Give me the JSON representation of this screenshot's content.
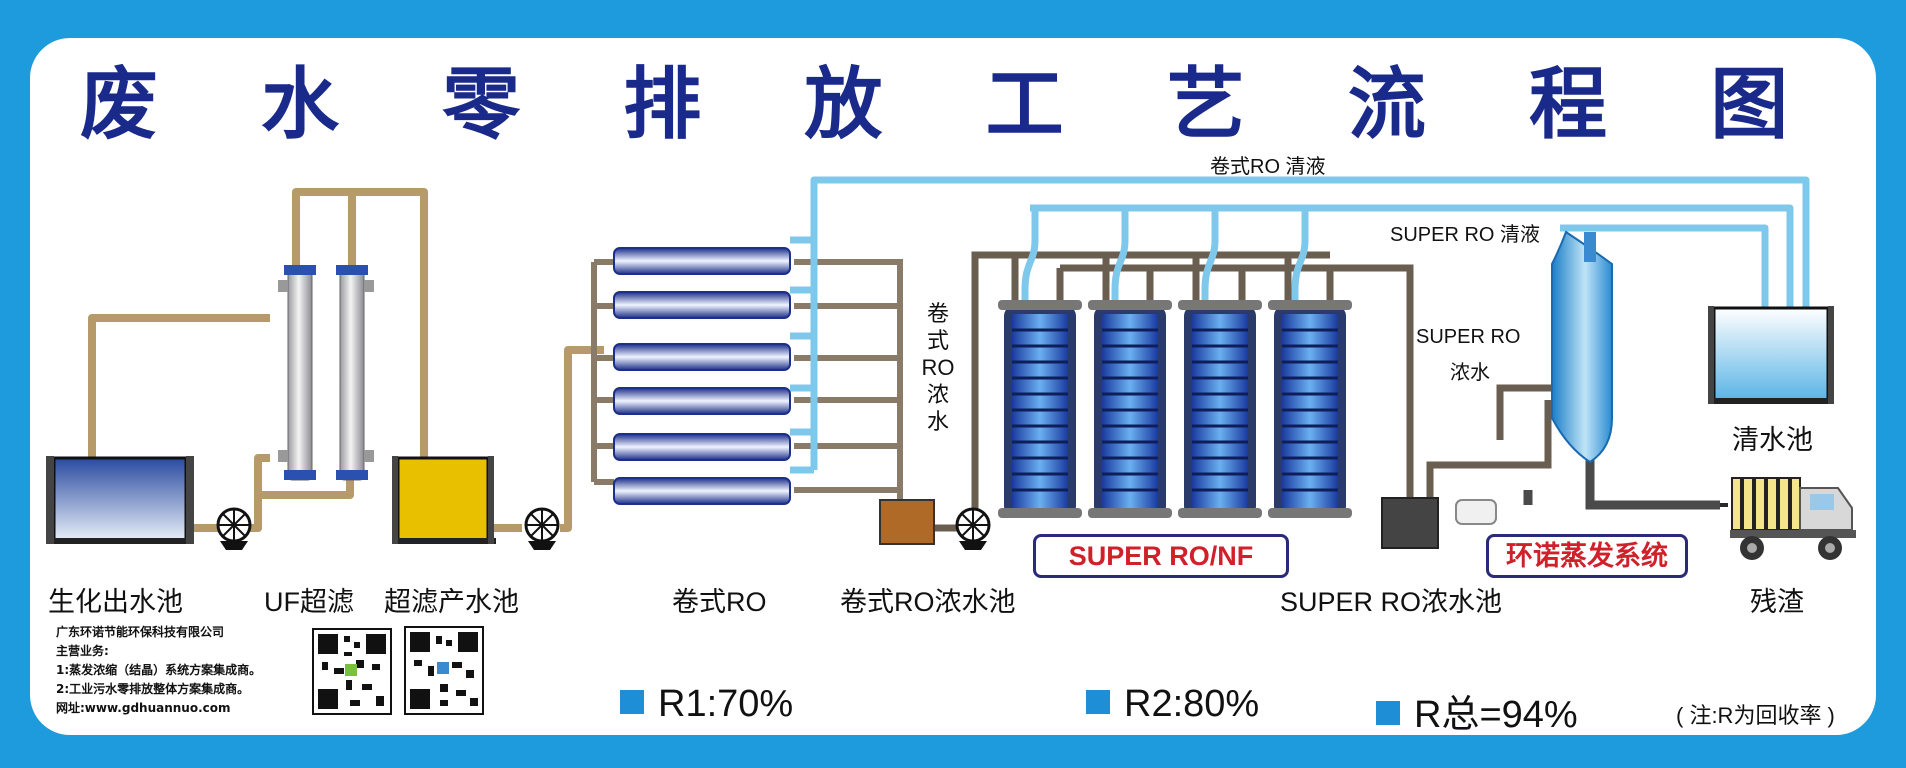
{
  "title": "废 水 零 排 放 工 艺 流 程 图",
  "stages": {
    "bio_tank": "生化出水池",
    "uf": "UF超滤",
    "uf_tank": "超滤产水池",
    "ro": "卷式RO",
    "ro_brine_tank": "卷式RO浓水池",
    "super_ro_brine_tank": "SUPER RO浓水池",
    "clean_tank": "清水池",
    "residue": "残渣"
  },
  "flows": {
    "ro_permeate": "卷式RO 清液",
    "super_ro_permeate": "SUPER RO  清液",
    "ro_brine_vertical": [
      "卷",
      "式",
      "RO",
      "浓",
      "水"
    ],
    "super_ro_brine_line1": "SUPER RO",
    "super_ro_brine_line2": "浓水"
  },
  "boxes": {
    "super_ro_nf": "SUPER RO/NF",
    "evaporation": "环诺蒸发系统"
  },
  "company": {
    "name": "广东环诺节能环保科技有限公司",
    "business_title": "主营业务:",
    "business_1": "1:蒸发浓缩（结晶）系统方案集成商。",
    "business_2": "2:工业污水零排放整体方案集成商。",
    "website": "网址:www.gdhuannuo.com"
  },
  "rates": {
    "r1": "R1:70%",
    "r2": "R2:80%",
    "total": "R总=94%",
    "note": "( 注:R为回收率 )"
  },
  "colors": {
    "background": "#1e9bdc",
    "title": "#1a2a8a",
    "clean_pipe": "#7ec8ec",
    "brown_pipe": "#7a6a58",
    "dark_pipe": "#4a4a4a",
    "accent_red": "#d0202a",
    "square": "#1e8fd6"
  },
  "icons": [
    "pump-icon",
    "qr-code-icon",
    "truck-icon"
  ]
}
